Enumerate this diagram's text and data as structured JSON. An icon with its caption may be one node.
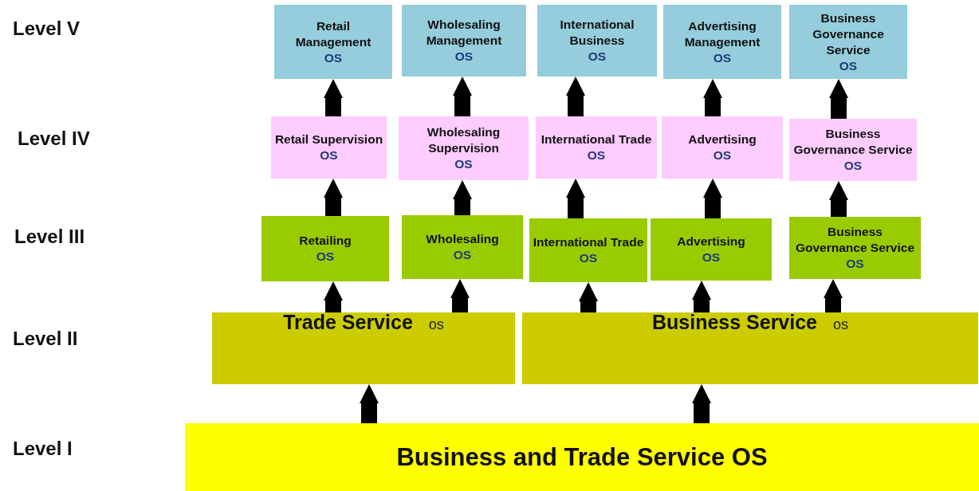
{
  "diagram": {
    "nodes": [
      {
        "text": [
          "Retail Management",
          "OS"
        ]
      },
      {
        "text": [
          "Wholesaling Management",
          "OS"
        ]
      },
      {
        "text": [
          "International Business",
          "OS"
        ]
      },
      {
        "text": [
          "Advertising Management",
          "OS"
        ]
      },
      {
        "text": [
          "Business Governance Service",
          "OS"
        ]
      },
      {
        "text": [
          "Retail Supervision",
          "OS"
        ]
      },
      {
        "text": [
          "Wholesaling Supervision",
          "OS"
        ]
      },
      {
        "text": [
          "International Trade",
          "OS"
        ]
      },
      {
        "text": [
          "Advertising",
          "OS"
        ]
      },
      {
        "text": [
          "Business Governance Service",
          "OS"
        ]
      },
      {
        "text": [
          "Retailing",
          "OS"
        ]
      },
      {
        "text": [
          "Wholesaling",
          "OS"
        ]
      },
      {
        "text": [
          "International Trade",
          "OS"
        ]
      },
      {
        "text": [
          "Advertising",
          "OS"
        ]
      },
      {
        "text": [
          "Business Governance Service",
          "OS"
        ]
      },
      {
        "text": [
          "Trade Service",
          "os"
        ]
      },
      {
        "text": [
          "Business Service",
          "os"
        ]
      },
      {
        "text": [
          "Business and Trade Service OS"
        ]
      }
    ],
    "edges": [
      {
        "from": 5,
        "to": 0,
        "arrow": "to"
      },
      {
        "from": 6,
        "to": 1,
        "arrow": "to"
      },
      {
        "from": 7,
        "to": 2,
        "arrow": "to"
      },
      {
        "from": 8,
        "to": 3,
        "arrow": "to"
      },
      {
        "from": 9,
        "to": 4,
        "arrow": "to"
      },
      {
        "from": 10,
        "to": 5,
        "arrow": "to"
      },
      {
        "from": 11,
        "to": 6,
        "arrow": "to"
      },
      {
        "from": 12,
        "to": 7,
        "arrow": "to"
      },
      {
        "from": 13,
        "to": 8,
        "arrow": "to"
      },
      {
        "from": 14,
        "to": 9,
        "arrow": "to"
      },
      {
        "from": 15,
        "to": 10,
        "arrow": "to"
      },
      {
        "from": 15,
        "to": 11,
        "arrow": "to"
      },
      {
        "from": 16,
        "to": 12,
        "arrow": "to"
      },
      {
        "from": 16,
        "to": 13,
        "arrow": "to"
      },
      {
        "from": 16,
        "to": 14,
        "arrow": "to"
      },
      {
        "from": 17,
        "to": 15,
        "arrow": "to"
      },
      {
        "from": 17,
        "to": 16,
        "arrow": "to"
      }
    ],
    "labels": [
      "Level V",
      "Level IV",
      "Level III",
      "Level II",
      "Level I"
    ]
  }
}
